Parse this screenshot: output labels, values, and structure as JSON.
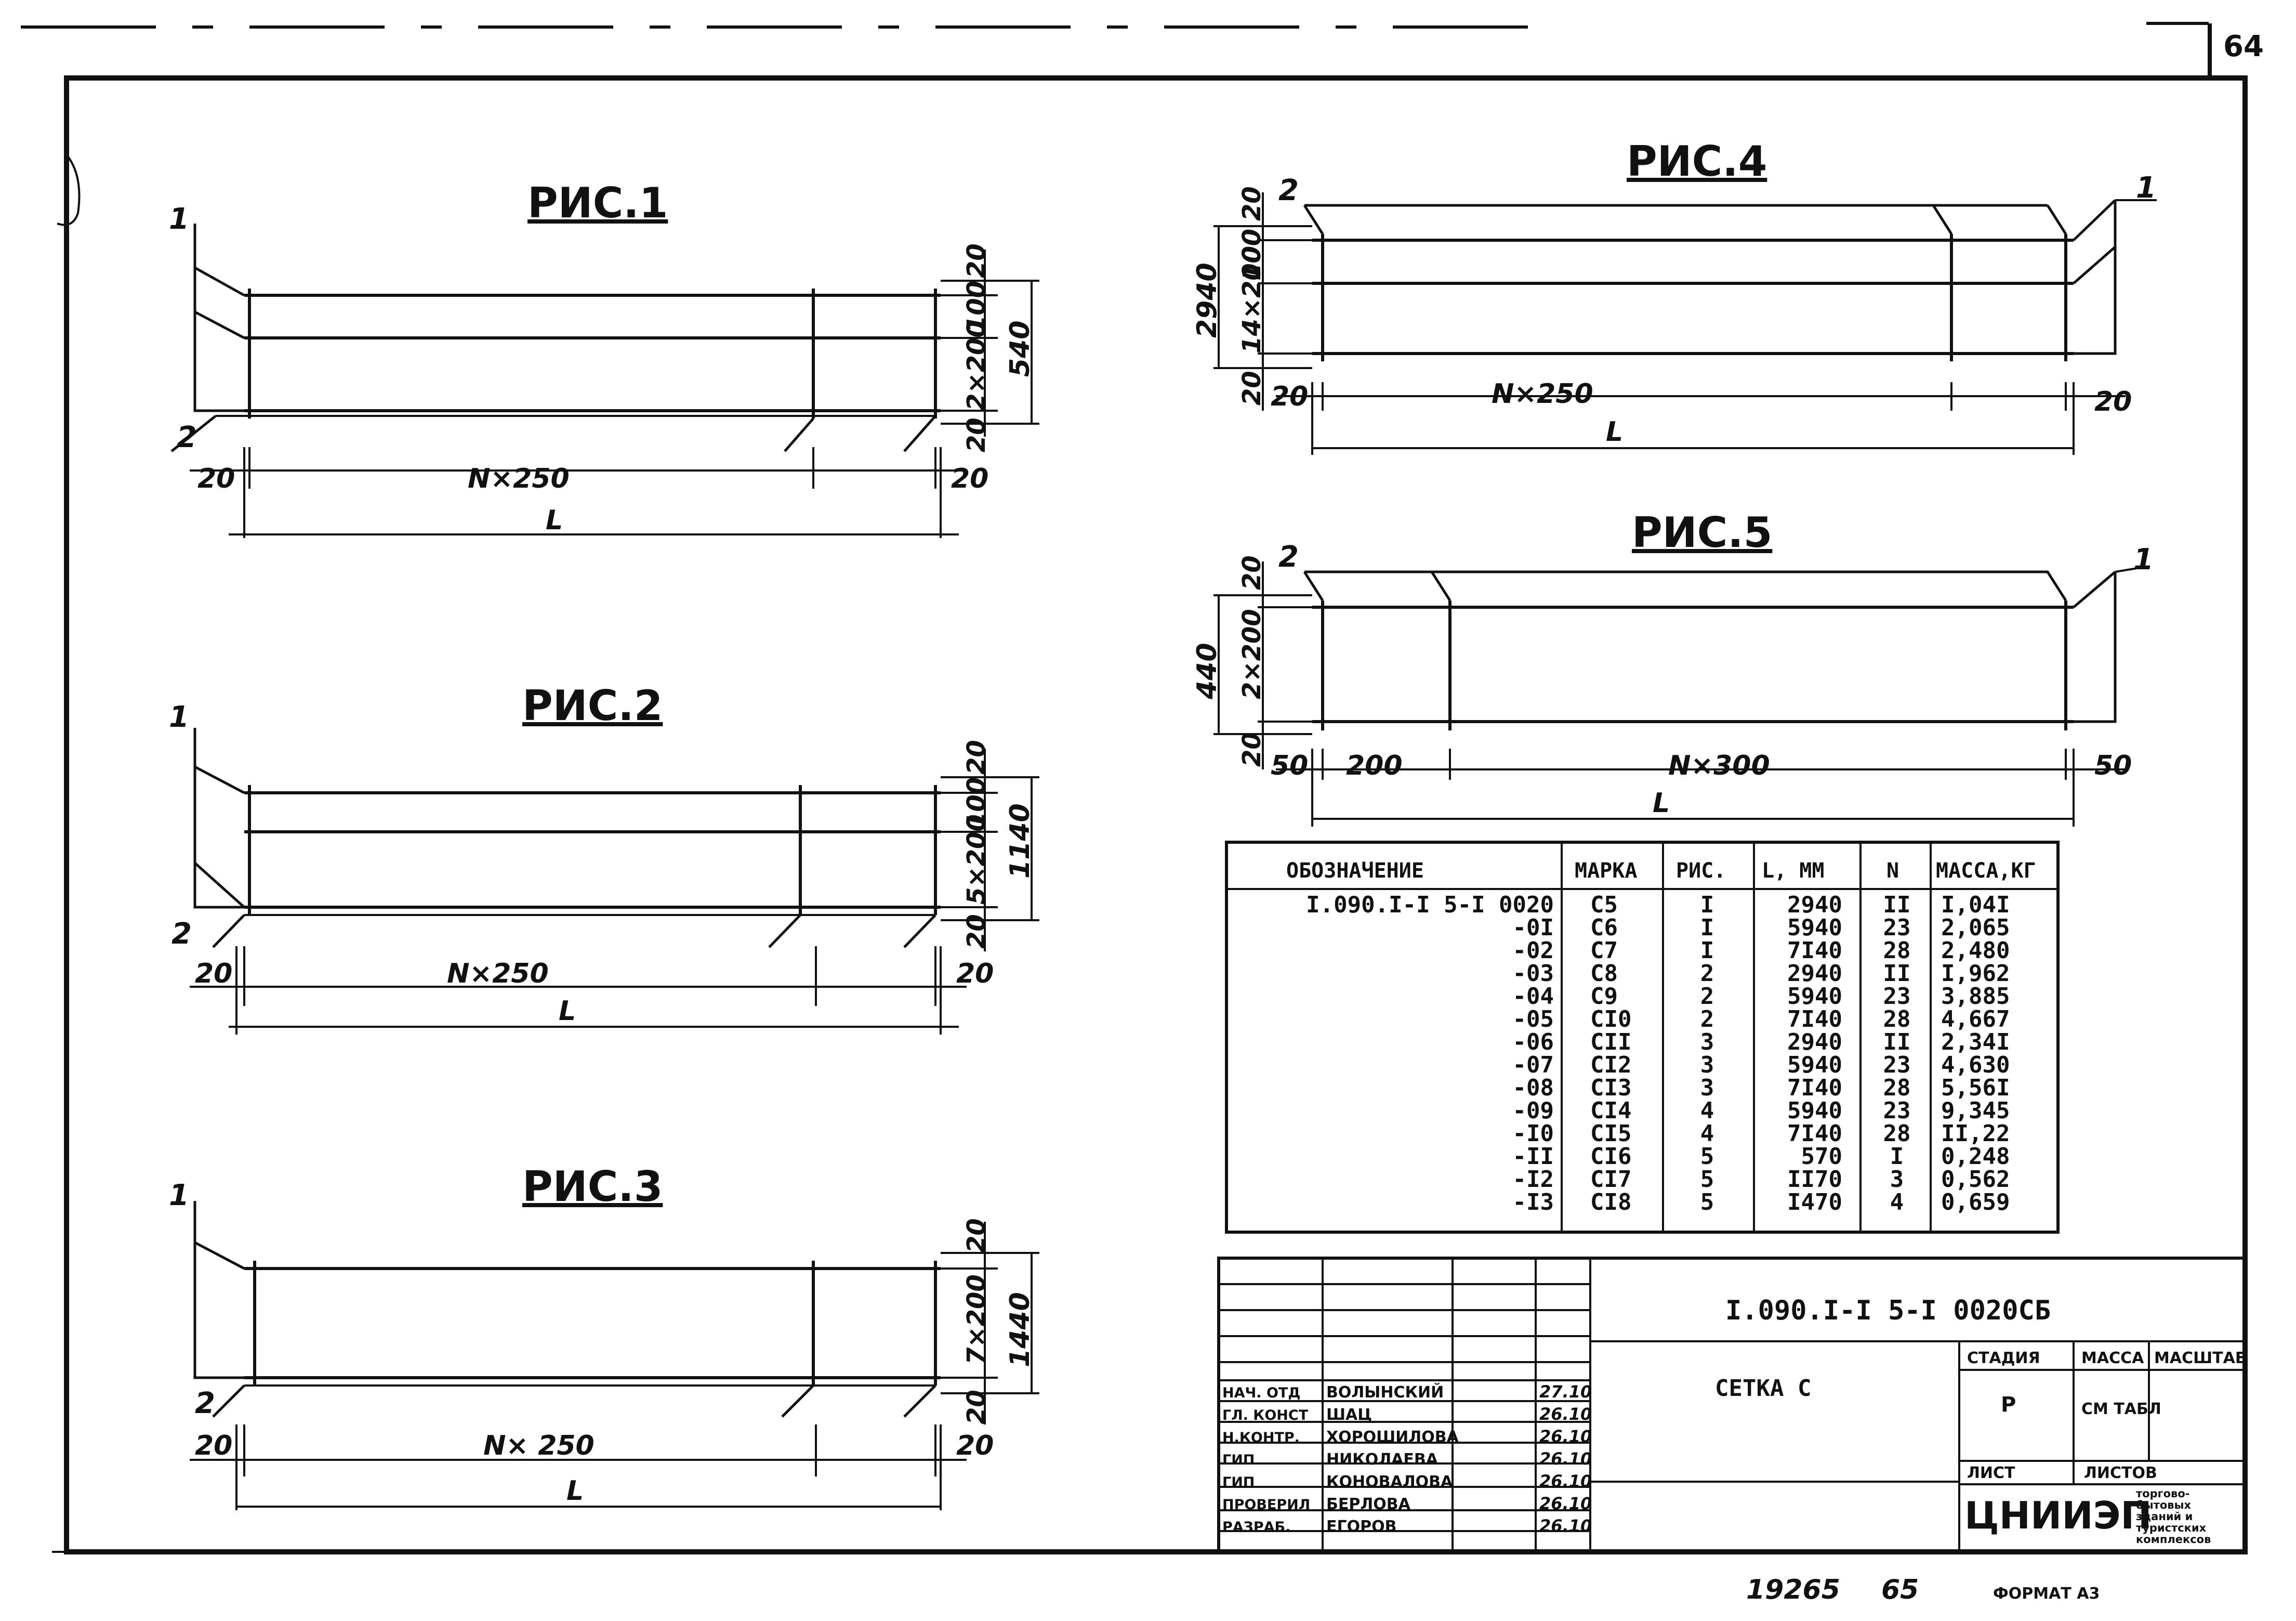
{
  "sheet": {
    "number": "64",
    "bottom_note_1": "19265",
    "bottom_note_2": "65",
    "format": "ФОРМАТ А3"
  },
  "figures": {
    "fig1": {
      "title": "РИС.1",
      "leader1": "1",
      "leader2": "2",
      "spacing": "N×250",
      "length": "L",
      "left_off": "20",
      "right_off": "20",
      "v_dims": [
        "20",
        "100",
        "2×200",
        "20"
      ],
      "total": "540"
    },
    "fig2": {
      "title": "РИС.2",
      "leader1": "1",
      "leader2": "2",
      "spacing": "N×250",
      "length": "L",
      "left_off": "20",
      "right_off": "20",
      "v_dims": [
        "20",
        "100",
        "5×200",
        "20"
      ],
      "total": "1140"
    },
    "fig3": {
      "title": "РИС.3",
      "leader1": "1",
      "leader2": "2",
      "spacing": "N× 250",
      "length": "L",
      "left_off": "20",
      "right_off": "20",
      "v_dims": [
        "20",
        "7×200",
        "20"
      ],
      "total": "1440"
    },
    "fig4": {
      "title": "РИС.4",
      "leader1": "1",
      "leader2": "2",
      "spacing": "N×250",
      "length": "L",
      "left_off": "20",
      "right_off": "20",
      "v_dims": [
        "20",
        "100",
        "14×200",
        "20"
      ],
      "total": "2940"
    },
    "fig5": {
      "title": "РИС.5",
      "leader1": "1",
      "leader2": "2",
      "spacing": "N×300",
      "length": "L",
      "left_off": "50",
      "first_span": "200",
      "right_off": "50",
      "v_dims": [
        "20",
        "2×200",
        "20"
      ],
      "total": "440"
    }
  },
  "spec_table": {
    "headers": [
      "ОБОЗНАЧЕНИЕ",
      "МАРКА",
      "РИС.",
      "L, ММ",
      "N",
      "МАССА,КГ"
    ],
    "rows": [
      [
        "I.090.I-I 5-I 0020",
        "C5",
        "I",
        "2940",
        "II",
        "I,04I"
      ],
      [
        "-0I",
        "C6",
        "I",
        "5940",
        "23",
        "2,065"
      ],
      [
        "-02",
        "C7",
        "I",
        "7I40",
        "28",
        "2,480"
      ],
      [
        "-03",
        "C8",
        "2",
        "2940",
        "II",
        "I,962"
      ],
      [
        "-04",
        "C9",
        "2",
        "5940",
        "23",
        "3,885"
      ],
      [
        "-05",
        "CI0",
        "2",
        "7I40",
        "28",
        "4,667"
      ],
      [
        "-06",
        "CII",
        "3",
        "2940",
        "II",
        "2,34I"
      ],
      [
        "-07",
        "CI2",
        "3",
        "5940",
        "23",
        "4,630"
      ],
      [
        "-08",
        "CI3",
        "3",
        "7I40",
        "28",
        "5,56I"
      ],
      [
        "-09",
        "CI4",
        "4",
        "5940",
        "23",
        "9,345"
      ],
      [
        "-I0",
        "CI5",
        "4",
        "7I40",
        "28",
        "II,22"
      ],
      [
        "-II",
        "CI6",
        "5",
        "570",
        "I",
        "0,248"
      ],
      [
        "-I2",
        "CI7",
        "5",
        "II70",
        "3",
        "0,562"
      ],
      [
        "-I3",
        "CI8",
        "5",
        "I470",
        "4",
        "0,659"
      ]
    ]
  },
  "title_block": {
    "doc_code": "I.090.I-I 5-I 0020СБ",
    "item_name": "СЕТКА С",
    "stage_label": "СТАДИЯ",
    "mass_label": "МАССА",
    "scale_label": "МАСШТАБ",
    "stage_value": "Р",
    "mass_value": "СМ ТАБЛ",
    "sheet_label": "ЛИСТ",
    "sheets_label": "ЛИСТОВ",
    "org": "ЦНИИЭП",
    "org_desc": [
      "торгово-",
      "бытовых",
      "зданий и",
      "туристских",
      "комплексов"
    ],
    "signatures": [
      {
        "role": "НАЧ. ОТД",
        "name": "ВОЛЫНСКИЙ",
        "date": "27.10"
      },
      {
        "role": "ГЛ. КОНСТ",
        "name": "ШАЦ",
        "date": "26.10"
      },
      {
        "role": "Н.КОНТР.",
        "name": "ХОРОШИЛОВА",
        "date": "26.10"
      },
      {
        "role": "ГИП",
        "name": "НИКОЛАЕВА",
        "date": "26.10"
      },
      {
        "role": "ГИП",
        "name": "КОНОВАЛОВА",
        "date": "26.10"
      },
      {
        "role": "ПРОВЕРИЛ",
        "name": "БЕРЛОВА",
        "date": "26.10"
      },
      {
        "role": "РАЗРАБ.",
        "name": "ЕГОРОВ",
        "date": "26.10"
      }
    ]
  }
}
